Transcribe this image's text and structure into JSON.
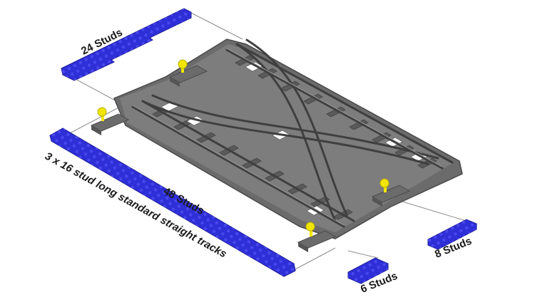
{
  "labels": {
    "top_plate": "24 Studs",
    "long_plate": "48 Studs",
    "long_caption": "3 x 16 stud long standard straight tracks",
    "right_plate": "8 Studs",
    "bottom_plate": "6 Studs"
  },
  "colors": {
    "plate_blue": "#2f2fd8",
    "plate_blue_dark": "#1c1c9a",
    "track_gray": "#6b6b6b",
    "track_gray_dark": "#4a4a4a",
    "track_gray_light": "#8a8a8a",
    "figure_yellow": "#f2e600",
    "guide_line": "#8c8c8c"
  },
  "icons": [
    "lego-blue-plate",
    "lego-track-crossover",
    "lego-switch-lever"
  ]
}
